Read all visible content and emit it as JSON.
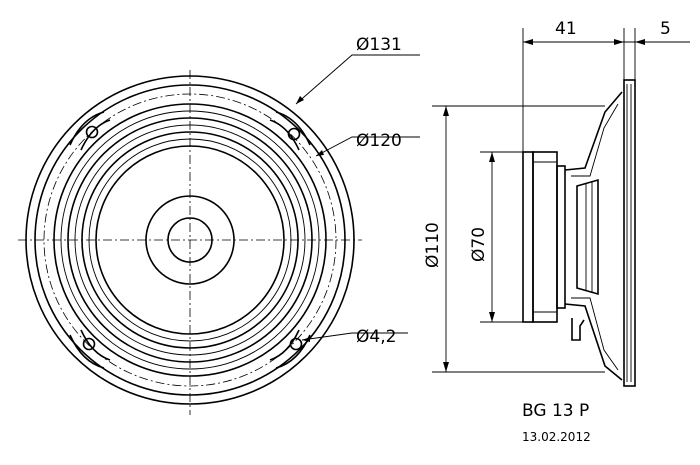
{
  "dimensions": {
    "outer_diameter": "Ø131",
    "baffle_cutout": "Ø120",
    "mounting_hole": "Ø4,2",
    "frame_depth": "41",
    "flange_thickness": "5",
    "front_diameter": "Ø110",
    "magnet_diameter": "Ø70"
  },
  "model": "BG 13 P",
  "date": "13.02.2012"
}
